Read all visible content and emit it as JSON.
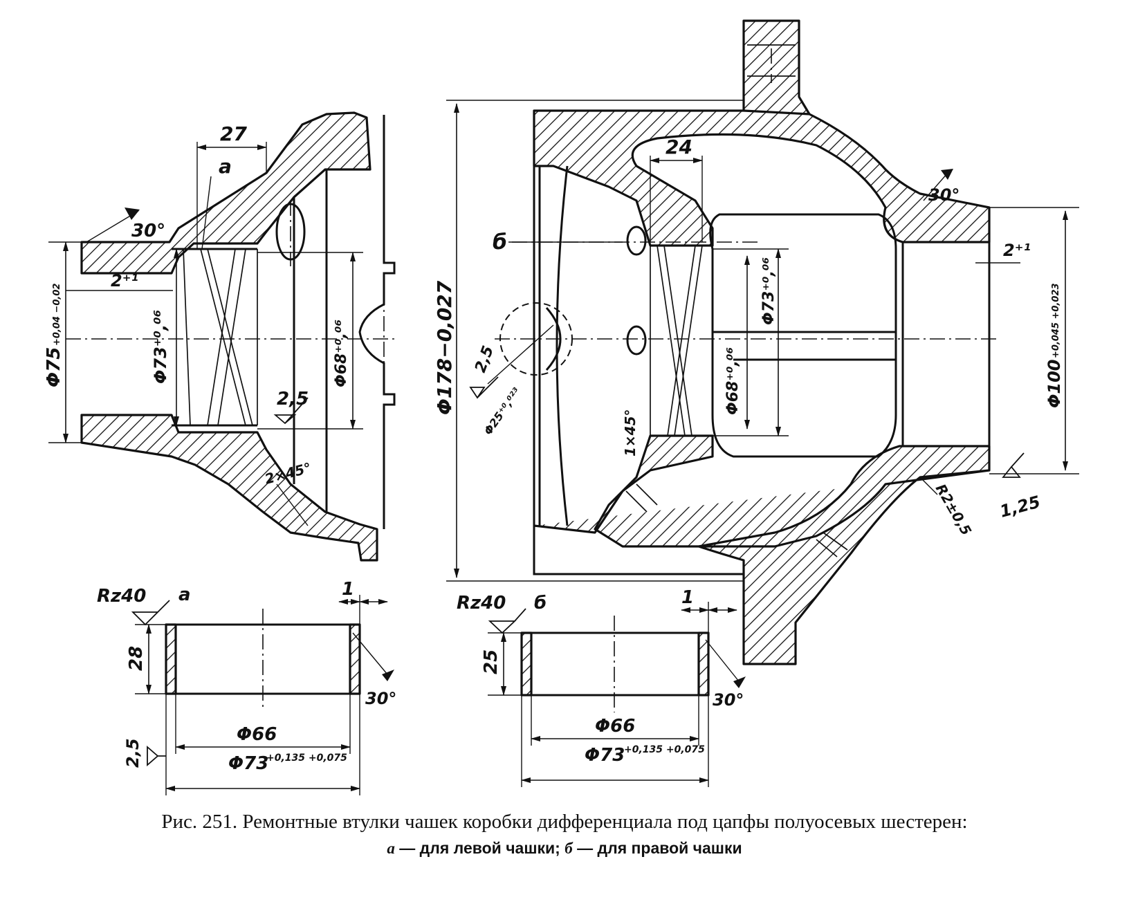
{
  "caption": {
    "figure": "Рис. 251. Ремонтные втулки чашек коробки дифференциала под цапфы полуосевых шестерен:",
    "legend_a_key": "а",
    "legend_a_text": " — для левой чашки; ",
    "legend_b_key": "б",
    "legend_b_text": " — для правой чашки"
  },
  "left_cup": {
    "dim_27": "27",
    "mark_a": "а",
    "angle_30": "30°",
    "dim_2_1": "2⁺¹",
    "phi75": "Φ75",
    "phi75_tol": "+0,04 −0,02",
    "phi73": "Φ73⁺⁰,⁰⁶",
    "phi68": "Φ68⁺⁰,⁰⁶",
    "rough_2_5": "2,5",
    "chamfer": "2×45°"
  },
  "right_cup": {
    "phi178": "Φ178−0,027",
    "mark_b": "б",
    "dim_24": "24",
    "angle_30": "30°",
    "dim_2_1": "2⁺¹",
    "phi100": "Φ100",
    "phi100_tol": "+0,045 +0,023",
    "phi73": "Φ73⁺⁰,⁰⁶",
    "phi68": "Φ68⁺⁰,⁰⁶",
    "phi25": "Φ25⁺⁰,⁰²³",
    "rough_2_5": "2,5",
    "chamfer_1x45": "1×45°",
    "radius": "R2±0,5",
    "rough_1_25": "1,25"
  },
  "bush_a": {
    "roughness": "Rz40",
    "mark": "а",
    "dim_1": "1",
    "height": "28",
    "angle": "30°",
    "inner_dia": "Φ66",
    "outer_dia": "Φ73",
    "outer_tol": "+0,135 +0,075",
    "rough_2_5": "2,5"
  },
  "bush_b": {
    "roughness": "Rz40",
    "mark": "б",
    "dim_1": "1",
    "height": "25",
    "angle": "30°",
    "inner_dia": "Φ66",
    "outer_dia": "Φ73",
    "outer_tol": "+0,135 +0,075"
  },
  "colors": {
    "ink": "#111111",
    "paper": "#ffffff"
  }
}
